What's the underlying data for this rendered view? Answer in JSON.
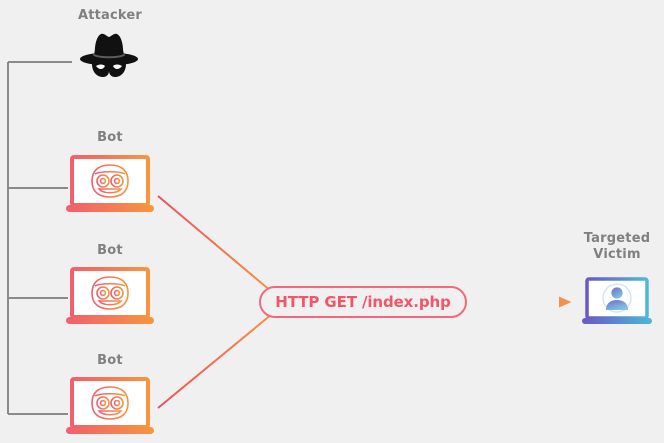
{
  "diagram": {
    "title": "DDoS HTTP GET flood botnet diagram",
    "background_color": "#f0f0f0",
    "label_color": "#808080",
    "accent_pink": "#f2556a",
    "accent_orange": "#f5904b",
    "control_line_color": "#808080",
    "victim_gradient_start": "#6b57c7",
    "victim_gradient_end": "#4bb8d8"
  },
  "nodes": {
    "attacker": {
      "label": "Attacker",
      "icon": "hacker-hat-icon"
    },
    "bots": [
      {
        "label": "Bot",
        "icon": "bot-laptop-icon"
      },
      {
        "label": "Bot",
        "icon": "bot-laptop-icon"
      },
      {
        "label": "Bot",
        "icon": "bot-laptop-icon"
      }
    ],
    "victim": {
      "label": "Targeted\nVictim",
      "icon": "victim-laptop-icon"
    }
  },
  "request": {
    "label": "HTTP GET /index.php"
  }
}
